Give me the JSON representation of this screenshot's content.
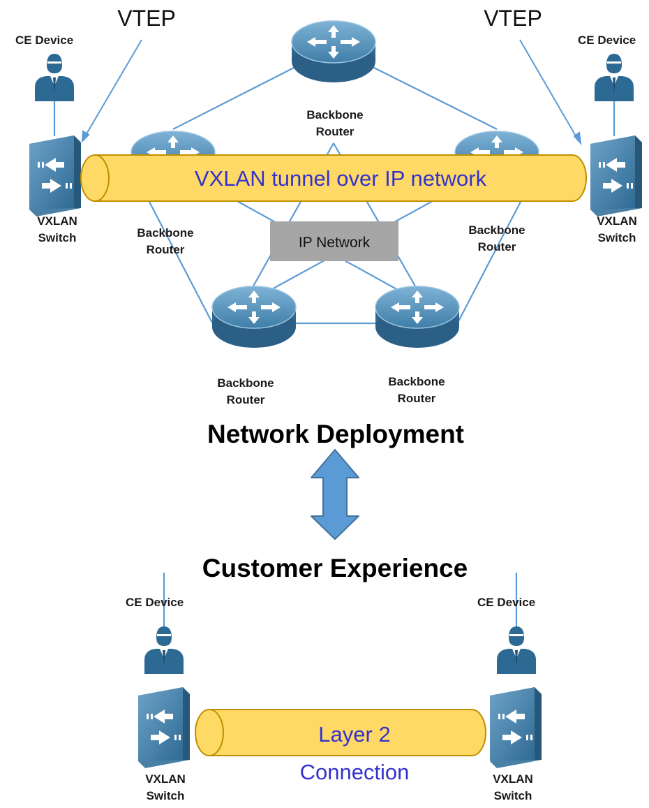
{
  "colors": {
    "link": "#5b9bd5",
    "tunnel_fill": "#ffd966",
    "tunnel_stroke": "#bf9000",
    "tunnel_text": "#3333cc",
    "ip_box": "#a6a6a6",
    "arrow": "#5b9bd5",
    "device": "#2f6e99"
  },
  "labels": {
    "vtep_left": "VTEP",
    "vtep_right": "VTEP",
    "ce_device": "CE Device",
    "vxlan": "VXLAN",
    "switch": "Switch",
    "backbone": "Backbone",
    "router": "Router",
    "tunnel": "VXLAN tunnel over IP network",
    "ip_network": "IP Network",
    "network_deployment": "Network Deployment",
    "customer_experience": "Customer Experience",
    "layer2_line1": "Layer 2",
    "layer2_line2": "Connection"
  },
  "icons": {
    "router": "router-icon",
    "switch": "vxlan-switch-icon",
    "user": "user-icon",
    "arrow": "double-arrow-icon"
  }
}
